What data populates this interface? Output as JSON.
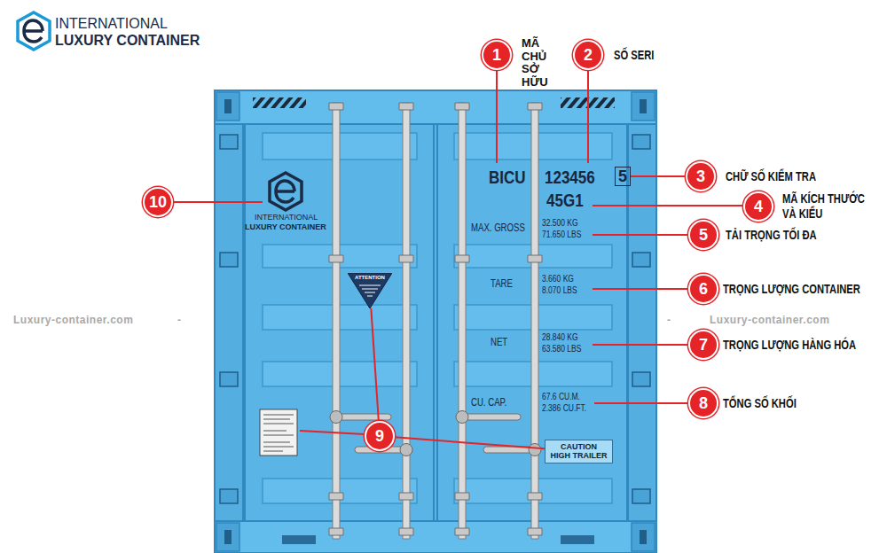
{
  "diagram": {
    "nodes": [
      {
        "text": [
          "1",
          "MÃ CHỦ SỞ HỮU"
        ]
      },
      {
        "text": [
          "2",
          "SỐ SERI"
        ]
      },
      {
        "text": [
          "5"
        ]
      },
      {
        "text": [
          "3",
          "CHỮ SỐ KIỂM TRA"
        ]
      },
      {
        "text": [
          "10"
        ]
      },
      {
        "text": [
          "4",
          "MÃ KÍCH THƯỚC VÀ KIỂU"
        ]
      },
      {
        "text": [
          "5",
          "TẢI TRỌNG TỐI ĐA"
        ]
      },
      {
        "text": [
          "ATTENTION"
        ]
      },
      {
        "text": [
          "6",
          "TRỌNG LƯỢNG CONTAINER"
        ]
      },
      {
        "text": [
          "7",
          "TRỌNG LƯỢNG HÀNG HÓA"
        ]
      },
      {
        "text": [
          "8",
          "TỔNG SỐ KHỐI"
        ]
      },
      {
        "text": [
          "9"
        ]
      },
      {
        "text": [
          "CAUTION HIGH TRAILER"
        ]
      }
    ],
    "edges": [
      {
        "from": 3,
        "to": 2,
        "arrow": "none"
      },
      {
        "from": 11,
        "to": 7,
        "arrow": "none"
      },
      {
        "from": 11,
        "to": 12,
        "arrow": "none"
      }
    ],
    "labels": [
      "INTERNATIONAL",
      "LUXURY CONTAINER",
      "INTERNATIONAL",
      "LUXURY CONTAINER",
      "BICU",
      "123456",
      "45G1",
      "MAX. GROSS",
      "32.500 KG",
      "71.650 LBS",
      "TARE",
      "3.660 KG",
      "8.070 LBS",
      "NET",
      "28.840 KG",
      "63.580 LBS",
      "CU. CAP.",
      "67.6 CU.M.",
      "2.386 CU.FT.",
      "Luxury-container.com",
      "-",
      "-",
      "Luxury-container.com"
    ]
  }
}
